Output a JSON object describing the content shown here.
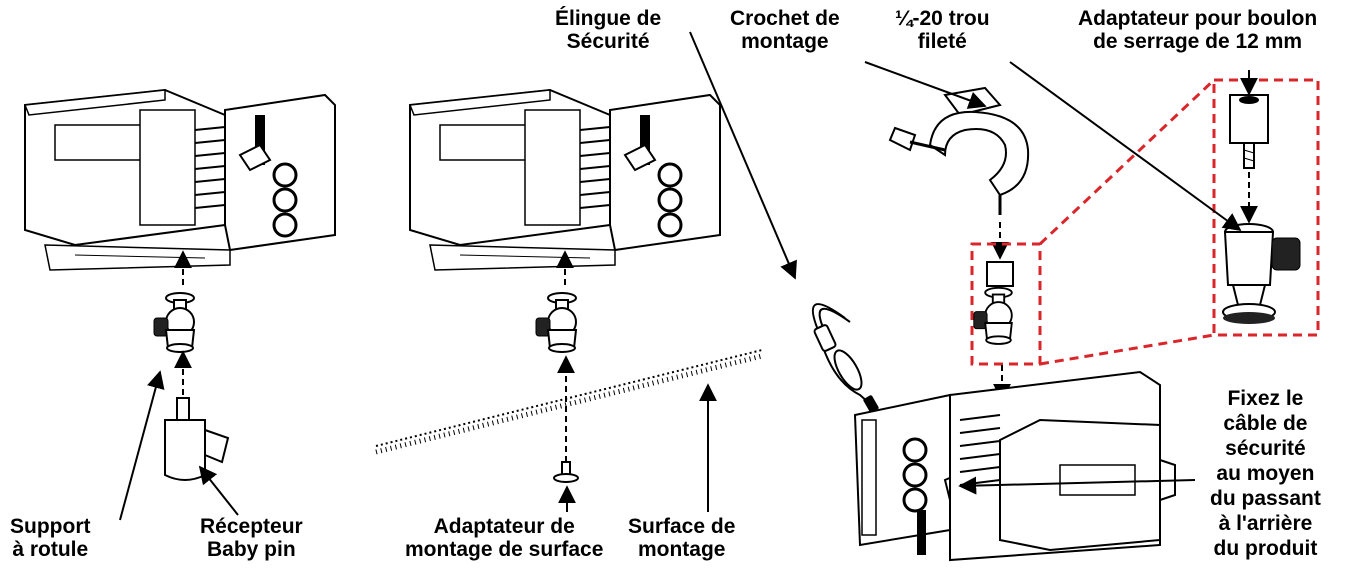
{
  "labels": {
    "swivel_mount": "Support\nà rotule",
    "baby_pin_receiver": "Récepteur\nBaby pin",
    "surface_mount_adapter": "Adaptateur de\nmontage de surface",
    "mounting_surface": "Surface de\nmontage",
    "safety_cable": "Élingue de\nSécurité",
    "mounting_clamp": "Crochet de\nmontage",
    "threaded_hole": "¼-20 trou\nfileté",
    "clamp_bolt_adapter": "Adaptateur pour boulon\nde serrage de 12 mm",
    "attach_safety_cable": "Fixez le\ncâble de\nsécurité\nau moyen\ndu passant\nà l'arrière\ndu produit"
  },
  "colors": {
    "line": "#000000",
    "callout_red": "#d9262a",
    "fixture_fill": "#ffffff"
  }
}
